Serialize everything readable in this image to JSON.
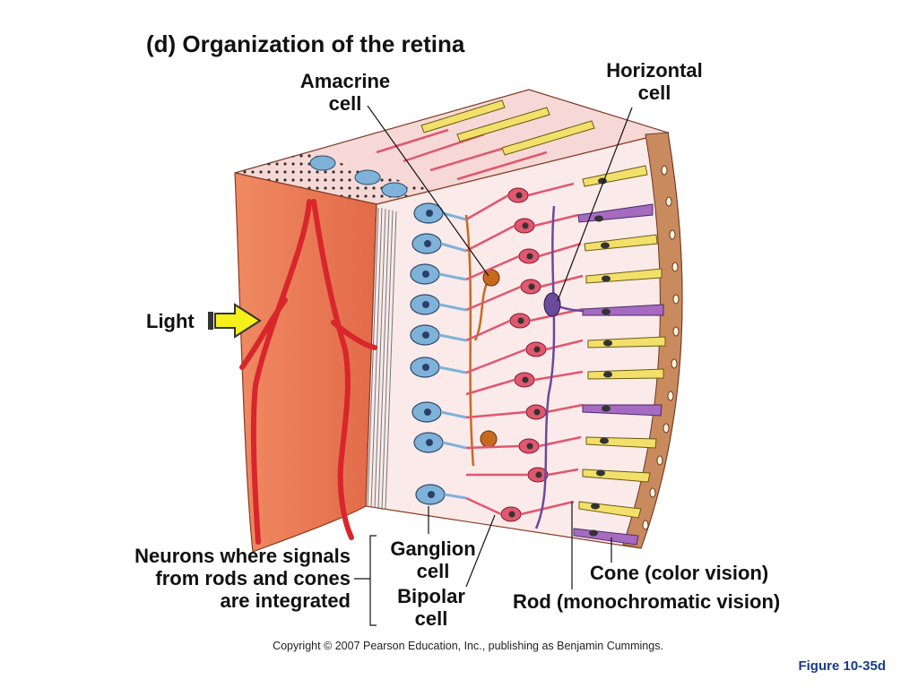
{
  "title": "(d) Organization of the retina",
  "labels": {
    "amacrine": [
      "Amacrine",
      "cell"
    ],
    "horizontal": [
      "Horizontal",
      "cell"
    ],
    "light": "Light",
    "neurons": [
      "Neurons where signals",
      "from rods and cones",
      "are integrated"
    ],
    "ganglion": [
      "Ganglion",
      "cell"
    ],
    "bipolar": [
      "Bipolar",
      "cell"
    ],
    "cone": "Cone (color vision)",
    "rod": "Rod (monochromatic vision)"
  },
  "copyright": "Copyright © 2007 Pearson Education, Inc., publishing as Benjamin Cummings.",
  "figure": "Figure 10-35d",
  "colors": {
    "choroid": "#e97a56",
    "vessel": "#d8262b",
    "ganglion": "#7fb2d8",
    "bipolar": "#e0576f",
    "amacrine": "#c86a1e",
    "horizontal": "#6a4a9c",
    "cone": "#f2e06a",
    "rod": "#a66bc0",
    "pigment": "#c98a5e",
    "arrow": "#f5f01a",
    "figure_text": "#1a3c8c"
  }
}
